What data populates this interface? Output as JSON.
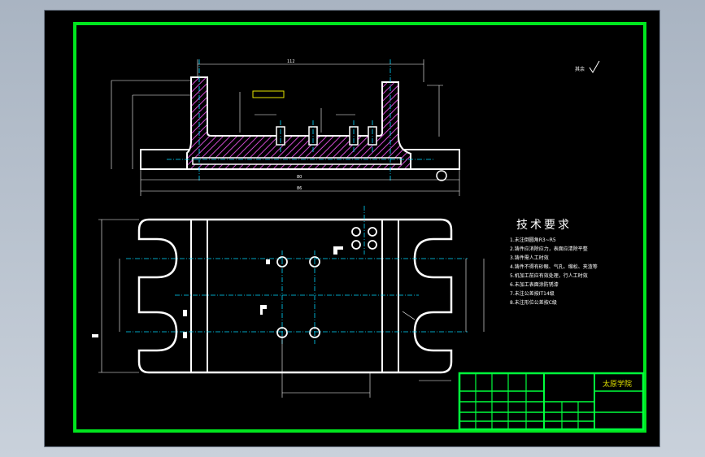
{
  "drawing": {
    "colors": {
      "frame": "#00e61e",
      "outline": "#ffffff",
      "hatch": "#d04ad0",
      "centerline": "#00d7ff",
      "dimension": "#ffffff",
      "titleblock": "#00ff3c"
    },
    "surface_mark": "其余",
    "requirements": {
      "title": "技术要求",
      "lines": [
        "1.未注倒圆角R3~R5",
        "2.铸件应消除应力，表面应清除平整",
        "3.铸件需人工时效",
        "4.铸件不得有砂眼、气孔、缩松、夹渣等",
        "5.机加工前应有效处理，行人工时效",
        "6.未加工表面涂防锈漆",
        "7.未注公差按IT14级",
        "8.未注形位公差按C级"
      ]
    },
    "dimensions": {
      "top_span": "112",
      "bottom_inner": "80",
      "bottom_total": "86"
    },
    "title_block": {
      "school": "太原学院"
    }
  }
}
